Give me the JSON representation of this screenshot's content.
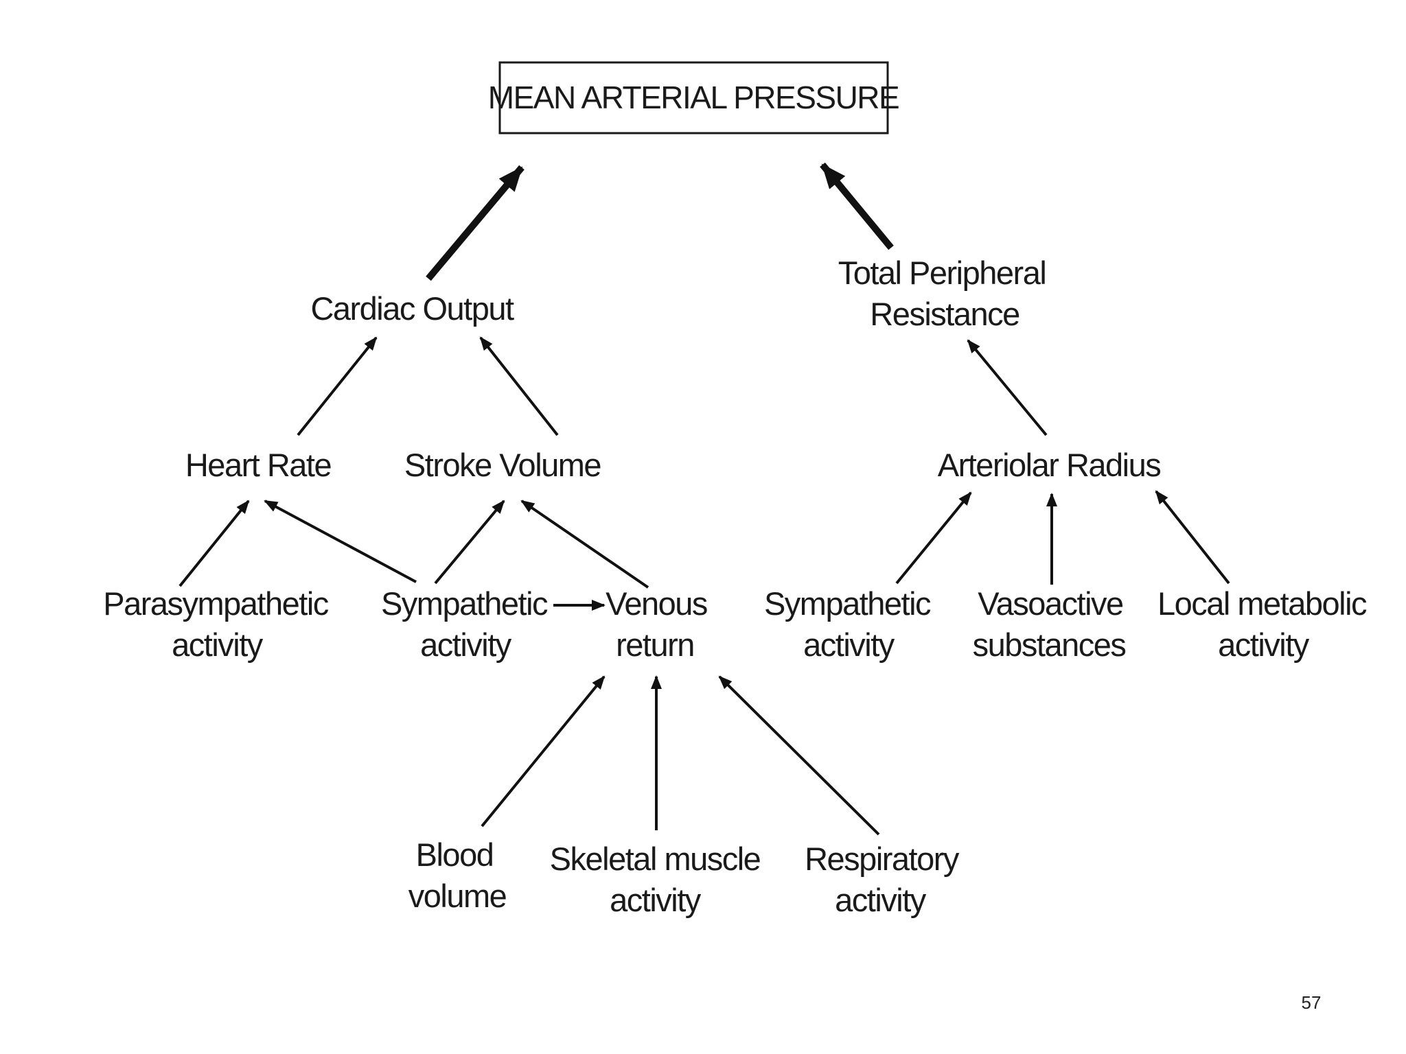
{
  "diagram": {
    "title": "MEAN ARTERIAL PRESSURE",
    "nodes": {
      "cardiac_output": [
        "Cardiac Output"
      ],
      "total_peripheral_resistance": [
        "Total Peripheral",
        "Resistance"
      ],
      "heart_rate": [
        "Heart Rate"
      ],
      "stroke_volume": [
        "Stroke Volume"
      ],
      "arteriolar_radius": [
        "Arteriolar Radius"
      ],
      "parasympathetic_activity": [
        "Parasympathetic",
        "activity"
      ],
      "sympathetic_activity_left": [
        "Sympathetic",
        "activity"
      ],
      "venous_return": [
        "Venous",
        "return"
      ],
      "sympathetic_activity_right": [
        "Sympathetic",
        "activity"
      ],
      "vasoactive_substances": [
        "Vasoactive",
        "substances"
      ],
      "local_metabolic_activity": [
        "Local metabolic",
        "activity"
      ],
      "blood_volume": [
        "Blood",
        "volume"
      ],
      "skeletal_muscle_activity": [
        "Skeletal muscle",
        "activity"
      ],
      "respiratory_activity": [
        "Respiratory",
        "activity"
      ]
    },
    "edges": [
      {
        "from": "cardiac_output",
        "to": "title",
        "weight": "thick"
      },
      {
        "from": "total_peripheral_resistance",
        "to": "title",
        "weight": "thick"
      },
      {
        "from": "heart_rate",
        "to": "cardiac_output",
        "weight": "thin"
      },
      {
        "from": "stroke_volume",
        "to": "cardiac_output",
        "weight": "thin"
      },
      {
        "from": "arteriolar_radius",
        "to": "total_peripheral_resistance",
        "weight": "thin"
      },
      {
        "from": "parasympathetic_activity",
        "to": "heart_rate",
        "weight": "thin"
      },
      {
        "from": "sympathetic_activity_left",
        "to": "heart_rate",
        "weight": "thin"
      },
      {
        "from": "sympathetic_activity_left",
        "to": "stroke_volume",
        "weight": "thin"
      },
      {
        "from": "venous_return",
        "to": "stroke_volume",
        "weight": "thin"
      },
      {
        "from": "sympathetic_activity_left",
        "to": "venous_return",
        "weight": "thin"
      },
      {
        "from": "sympathetic_activity_right",
        "to": "arteriolar_radius",
        "weight": "thin"
      },
      {
        "from": "vasoactive_substances",
        "to": "arteriolar_radius",
        "weight": "thin"
      },
      {
        "from": "local_metabolic_activity",
        "to": "arteriolar_radius",
        "weight": "thin"
      },
      {
        "from": "blood_volume",
        "to": "venous_return",
        "weight": "thin"
      },
      {
        "from": "skeletal_muscle_activity",
        "to": "venous_return",
        "weight": "thin"
      },
      {
        "from": "respiratory_activity",
        "to": "venous_return",
        "weight": "thin"
      }
    ]
  },
  "page_number": "57"
}
